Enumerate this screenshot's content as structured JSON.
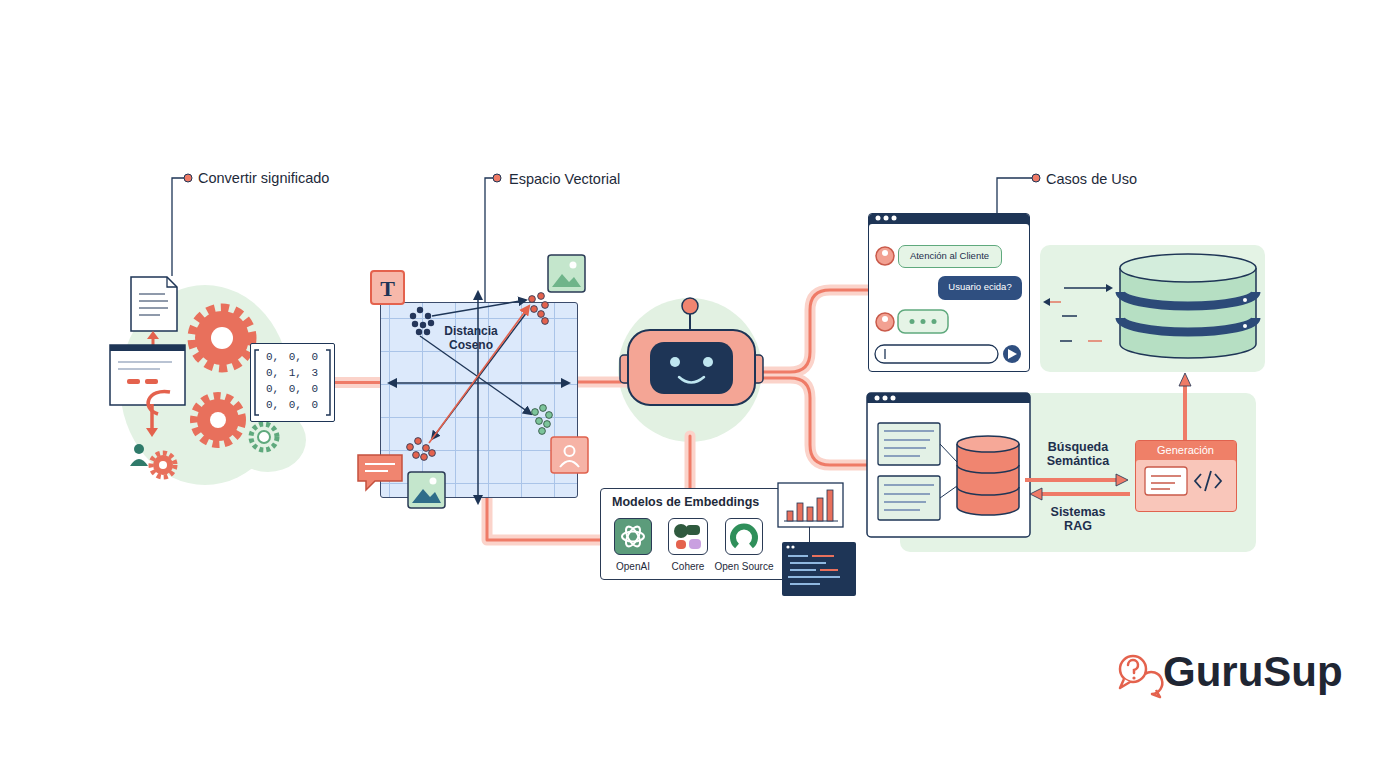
{
  "diagram": {
    "nodes": [
      {
        "text": [
          "0, 0, 0",
          "0, 1, 3",
          "0, 0, 0",
          "0, 0, 0"
        ]
      },
      {
        "text": [
          "Espacio Vectorial",
          "Distancia Coseno"
        ]
      },
      {
        "text": [
          "T"
        ],
        "in": 1
      },
      {
        "text": [
          "Casos de Uso"
        ]
      },
      {
        "text": [
          "Atención al Cliente"
        ],
        "in": 3
      },
      {
        "text": [
          "Usuario ecida?"
        ],
        "in": 3
      },
      {
        "text": [
          "Modelos de Embeddings"
        ]
      },
      {
        "text": [
          "OpenAI"
        ],
        "in": 6
      },
      {
        "text": [
          "Cohere"
        ],
        "in": 6
      },
      {
        "text": [
          "Open Source"
        ],
        "in": 6
      },
      {
        "text": [
          "Generación"
        ]
      }
    ],
    "edges": [
      {
        "from": 0,
        "to": 1,
        "arrow": "none"
      },
      {
        "from": 1,
        "to": 6,
        "arrow": "none"
      }
    ],
    "labels": [
      "Convertir significado",
      "Búsqueda Semántica",
      "Sistemas RAG",
      "GuruSup"
    ]
  }
}
